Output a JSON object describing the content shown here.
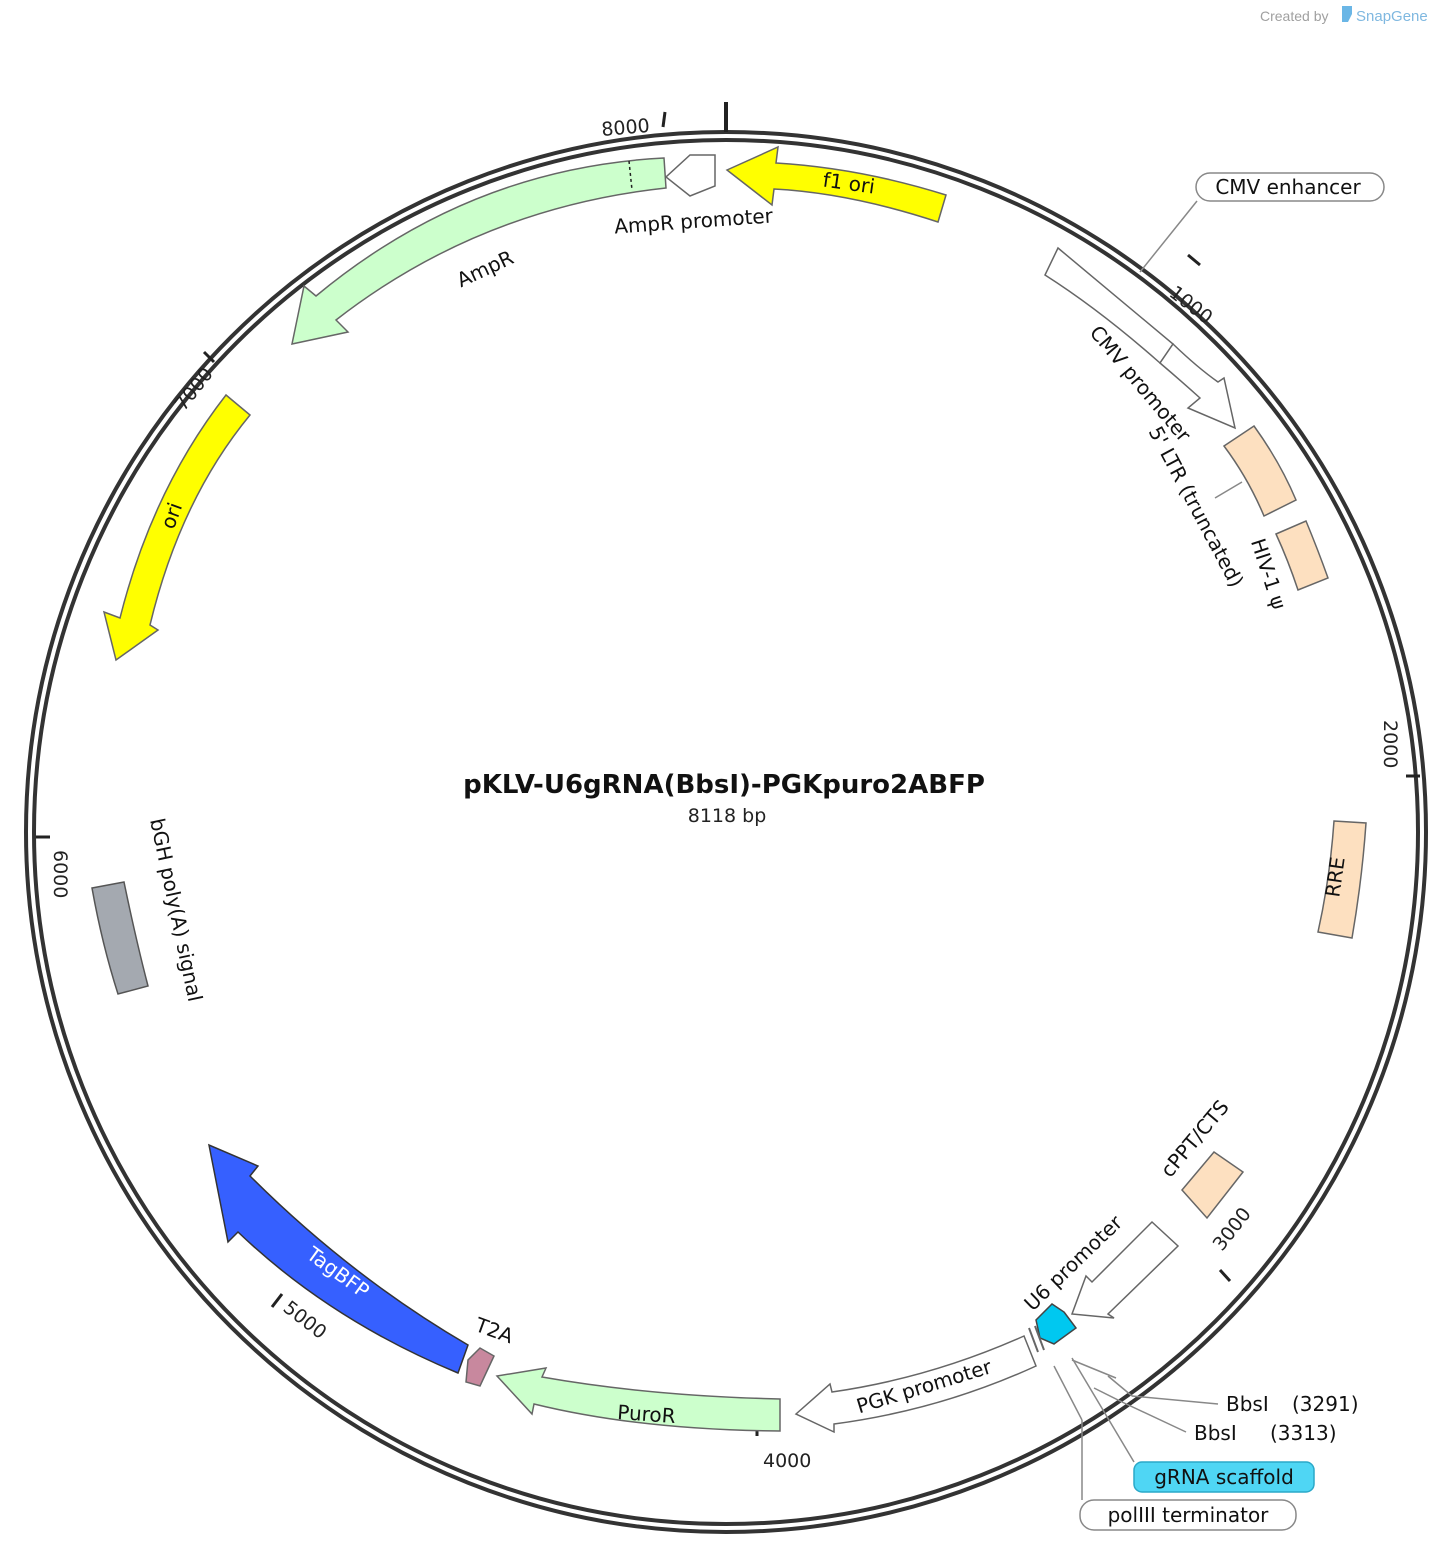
{
  "credit": {
    "prefix": "Created by",
    "brand": "SnapGene"
  },
  "plasmid": {
    "name": "pKLV-U6gRNA(BbsI)-PGKpuro2ABFP",
    "length_label": "8118 bp",
    "length_bp": 8118
  },
  "ticks": [
    "1000",
    "2000",
    "3000",
    "4000",
    "5000",
    "6000",
    "7000",
    "8000"
  ],
  "features": [
    {
      "id": "f1-ori",
      "label": "f1 ori",
      "color": "#ffff00"
    },
    {
      "id": "ampr-promoter",
      "label": "AmpR promoter",
      "color": "#ffffff"
    },
    {
      "id": "ampr",
      "label": "AmpR",
      "color": "#ccffcc"
    },
    {
      "id": "ori",
      "label": "ori",
      "color": "#ffff00"
    },
    {
      "id": "cmv-enhancer",
      "label": "CMV enhancer",
      "color": "#ffffff"
    },
    {
      "id": "cmv-promoter",
      "label": "CMV promoter",
      "color": "#ffffff"
    },
    {
      "id": "ltr",
      "label": "5' LTR (truncated)",
      "color": "#fde0c0"
    },
    {
      "id": "hiv-psi",
      "label": "HIV-1 ψ",
      "color": "#fde0c0"
    },
    {
      "id": "rre",
      "label": "RRE",
      "color": "#fde0c0"
    },
    {
      "id": "cppt",
      "label": "cPPT/CTS",
      "color": "#fde0c0"
    },
    {
      "id": "u6-promoter",
      "label": "U6 promoter",
      "color": "#ffffff"
    },
    {
      "id": "grna-scaffold",
      "label": "gRNA scaffold",
      "color": "#00c8f0"
    },
    {
      "id": "poliii-terminator",
      "label": "polIII terminator",
      "color": "#ffffff"
    },
    {
      "id": "pgk-promoter",
      "label": "PGK promoter",
      "color": "#ffffff"
    },
    {
      "id": "puror",
      "label": "PuroR",
      "color": "#ccffcc"
    },
    {
      "id": "t2a",
      "label": "T2A",
      "color": "#c8889e"
    },
    {
      "id": "tagbfp",
      "label": "TagBFP",
      "color": "#3660ff"
    },
    {
      "id": "bgh-polya",
      "label": "bGH poly(A) signal",
      "color": "#a4a9b0"
    }
  ],
  "sites": [
    {
      "enzyme": "BbsI",
      "position": "(3291)"
    },
    {
      "enzyme": "BbsI",
      "position": "(3313)"
    }
  ]
}
